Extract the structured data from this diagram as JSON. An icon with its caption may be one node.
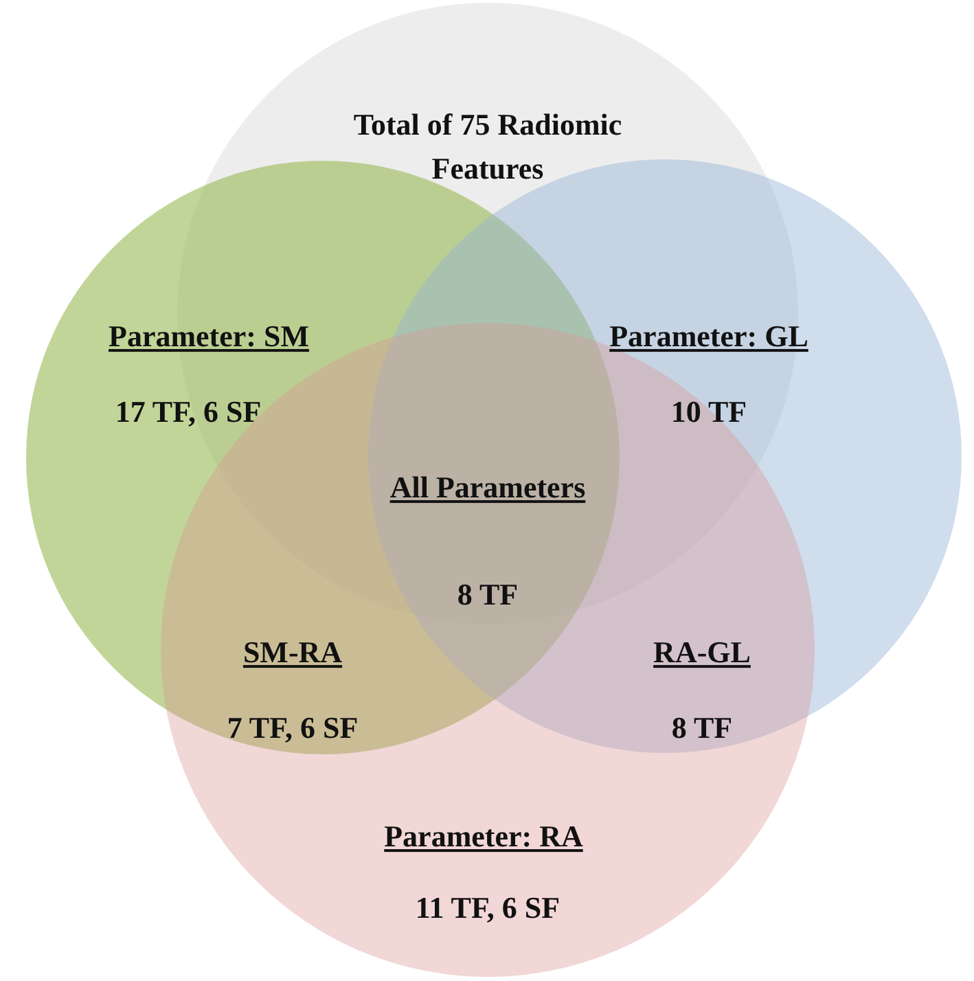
{
  "diagram": {
    "nodes": [
      {
        "text": [
          "Total of 75 Radiomic Features"
        ]
      },
      {
        "text": [
          "Parameter: SM",
          "17 TF, 6 SF"
        ]
      },
      {
        "text": [
          "Parameter: GL",
          "10 TF"
        ]
      },
      {
        "text": [
          "Parameter: RA",
          "11 TF, 6 SF"
        ]
      }
    ],
    "labels": [
      "All Parameters",
      "8 TF",
      "SM-RA",
      "7 TF, 6 SF",
      "RA-GL",
      "8 TF"
    ]
  }
}
